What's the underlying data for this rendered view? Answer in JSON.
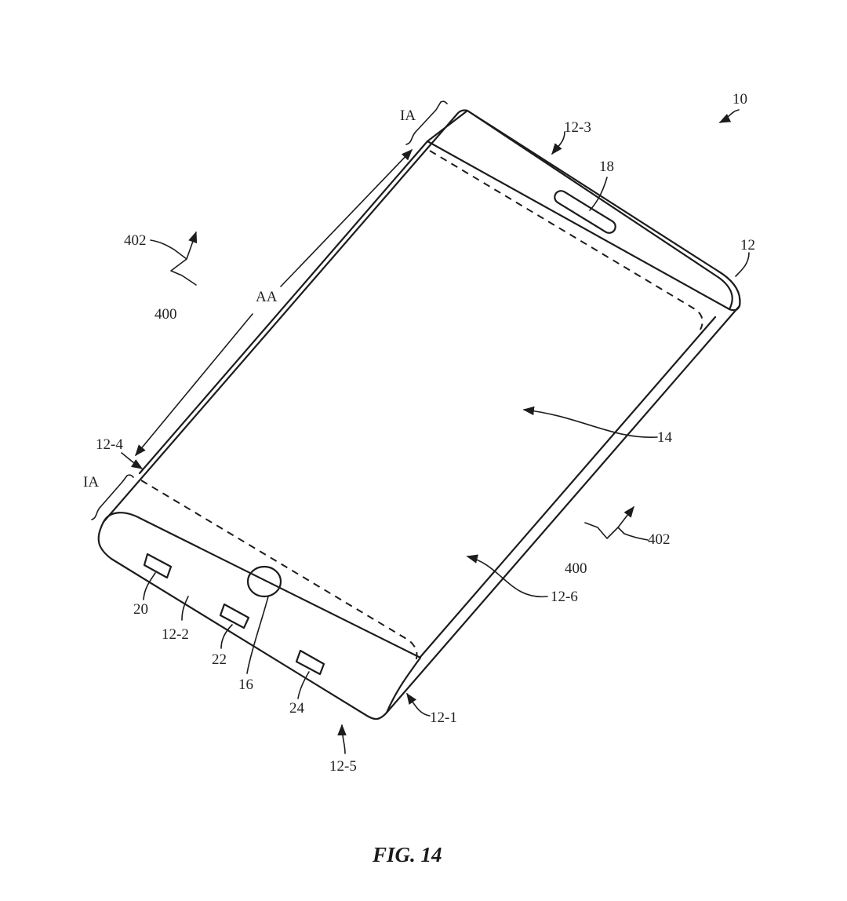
{
  "figure": {
    "caption": "FIG. 14",
    "labels": {
      "device": "10",
      "housing": "12",
      "edge_bottom_right": "12-1",
      "edge_front": "12-2",
      "edge_top": "12-3",
      "edge_left": "12-4",
      "edge_bottom": "12-5",
      "rear_face": "12-6",
      "display": "14",
      "button": "16",
      "speaker": "18",
      "component_20": "20",
      "component_22": "22",
      "component_24": "24",
      "active_area": "AA",
      "inactive_area_top": "IA",
      "inactive_area_bottom": "IA",
      "ref_400_left": "400",
      "ref_402_left": "402",
      "ref_400_right": "400",
      "ref_402_right": "402"
    }
  }
}
